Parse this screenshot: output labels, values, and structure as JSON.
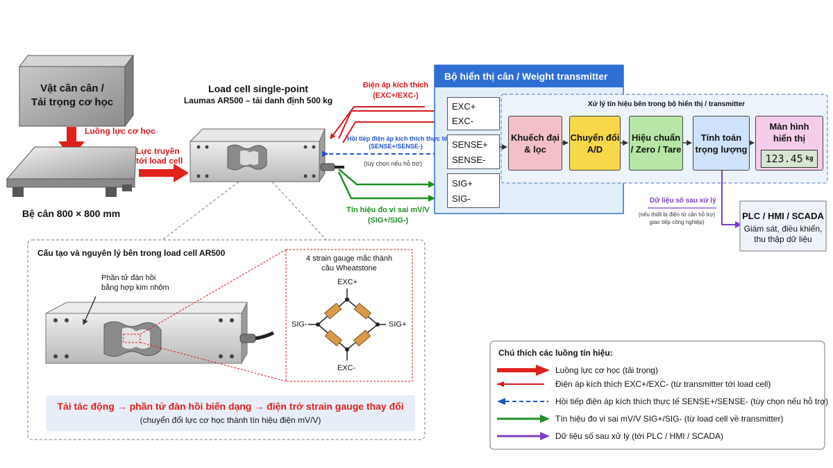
{
  "colors": {
    "force": "#e0201b",
    "excitation": "#d9181b",
    "sense": "#1f55c9",
    "signal": "#1e8f22",
    "digital": "#7b3ec9",
    "transmitter_fill": "#e3eefb",
    "transmitter_header": "#2e6fd3",
    "amplifier": "#f3c0c8",
    "adc": "#f6d84a",
    "calibration": "#b7e6a6",
    "calculation": "#cfe2fb",
    "display": "#f5cdea"
  },
  "scale": {
    "object_line1": "Vật cần cân /",
    "object_line2": "Tải trọng cơ học",
    "force_label": "Luồng lực cơ học",
    "platform_label": "Bệ cân 800 × 800 mm",
    "transfer_line1": "Lực truyền",
    "transfer_line2": "tới load cell"
  },
  "loadcell": {
    "title": "Load cell single-point",
    "subtitle": "Laumas AR500 – tải danh định 500 kg"
  },
  "excitation": {
    "line1": "Điện áp kích thích",
    "line2": "(EXC+/EXC-)"
  },
  "sense": {
    "line1": "Hồi tiếp điện áp kích thích thực tế",
    "line2": "(SENSE+/SENSE-)",
    "note": "(tùy chọn nếu hỗ trợ)"
  },
  "signal": {
    "line1": "Tín hiệu đo vi sai mV/V",
    "line2": "(SIG+/SIG-)"
  },
  "transmitter": {
    "title": "Bộ hiển thị cân / Weight transmitter",
    "pins": {
      "exc_plus": "EXC+",
      "exc_minus": "EXC-",
      "sense_plus": "SENSE+",
      "sense_minus": "SENSE-",
      "sig_plus": "SIG+",
      "sig_minus": "SIG-"
    },
    "internal_title": "Xử lý tín hiệu bên trong bộ hiển thị / transmitter",
    "blocks": [
      {
        "line1": "Khuếch đại",
        "line2": "& lọc"
      },
      {
        "line1": "Chuyển đổi",
        "line2": "A/D"
      },
      {
        "line1": "Hiệu chuẩn",
        "line2": "/ Zero / Tare"
      },
      {
        "line1": "Tính toán",
        "line2": "trọng lượng"
      },
      {
        "line1": "Màn hình",
        "line2": "hiển thị"
      }
    ],
    "display_value": "123.45",
    "display_unit": "kg"
  },
  "digital": {
    "label": "Dữ liệu số sau xử lý",
    "note1": "(nếu thiết bị điện tử cân hỗ trợ)",
    "note2": "giao tiếp công nghiệp)"
  },
  "plc": {
    "title": "PLC / HMI / SCADA",
    "line1": "Giám sát, điều khiển,",
    "line2": "thu thập dữ liệu"
  },
  "detail": {
    "title": "Cấu tạo và nguyên lý bên trong load cell AR500",
    "element_line1": "Phần tử đàn hồi",
    "element_line2": "bằng hợp kim nhôm",
    "bridge_line1": "4 strain gauge mắc thành",
    "bridge_line2": "cầu Wheatstone",
    "exc_plus": "EXC+",
    "exc_minus": "EXC-",
    "sig_minus": "SIG-",
    "sig_plus": "SIG+",
    "principle": "Tải tác động → phần tử đàn hồi biến dạng → điện trở strain  gauge thay đổi",
    "principle_sub": "(chuyển đổi lực cơ học thành tín hiệu điện mV/V)"
  },
  "legend": {
    "title": "Chú thích các luồng tín hiệu:",
    "items": [
      {
        "label": "Luồng lực cơ học (tải trọng)",
        "color": "#e0201b",
        "style": "thick"
      },
      {
        "label": "Điện áp kích thích EXC+/EXC- (từ transmitter tới load cell)",
        "color": "#d9181b",
        "style": "thin"
      },
      {
        "label": "Hồi tiếp điện áp kích thích thực tế SENSE+/SENSE- (tùy chọn nếu hỗ trợ)",
        "color": "#1f55c9",
        "style": "dashed"
      },
      {
        "label": "Tín hiệu đo vi sai mV/V SIG+/SIG- (từ load cell về transmitter)",
        "color": "#1e8f22",
        "style": "medium"
      },
      {
        "label": "Dữ liệu số sau xử lý (tới PLC / HMI / SCADA)",
        "color": "#7b3ec9",
        "style": "medium"
      }
    ]
  }
}
